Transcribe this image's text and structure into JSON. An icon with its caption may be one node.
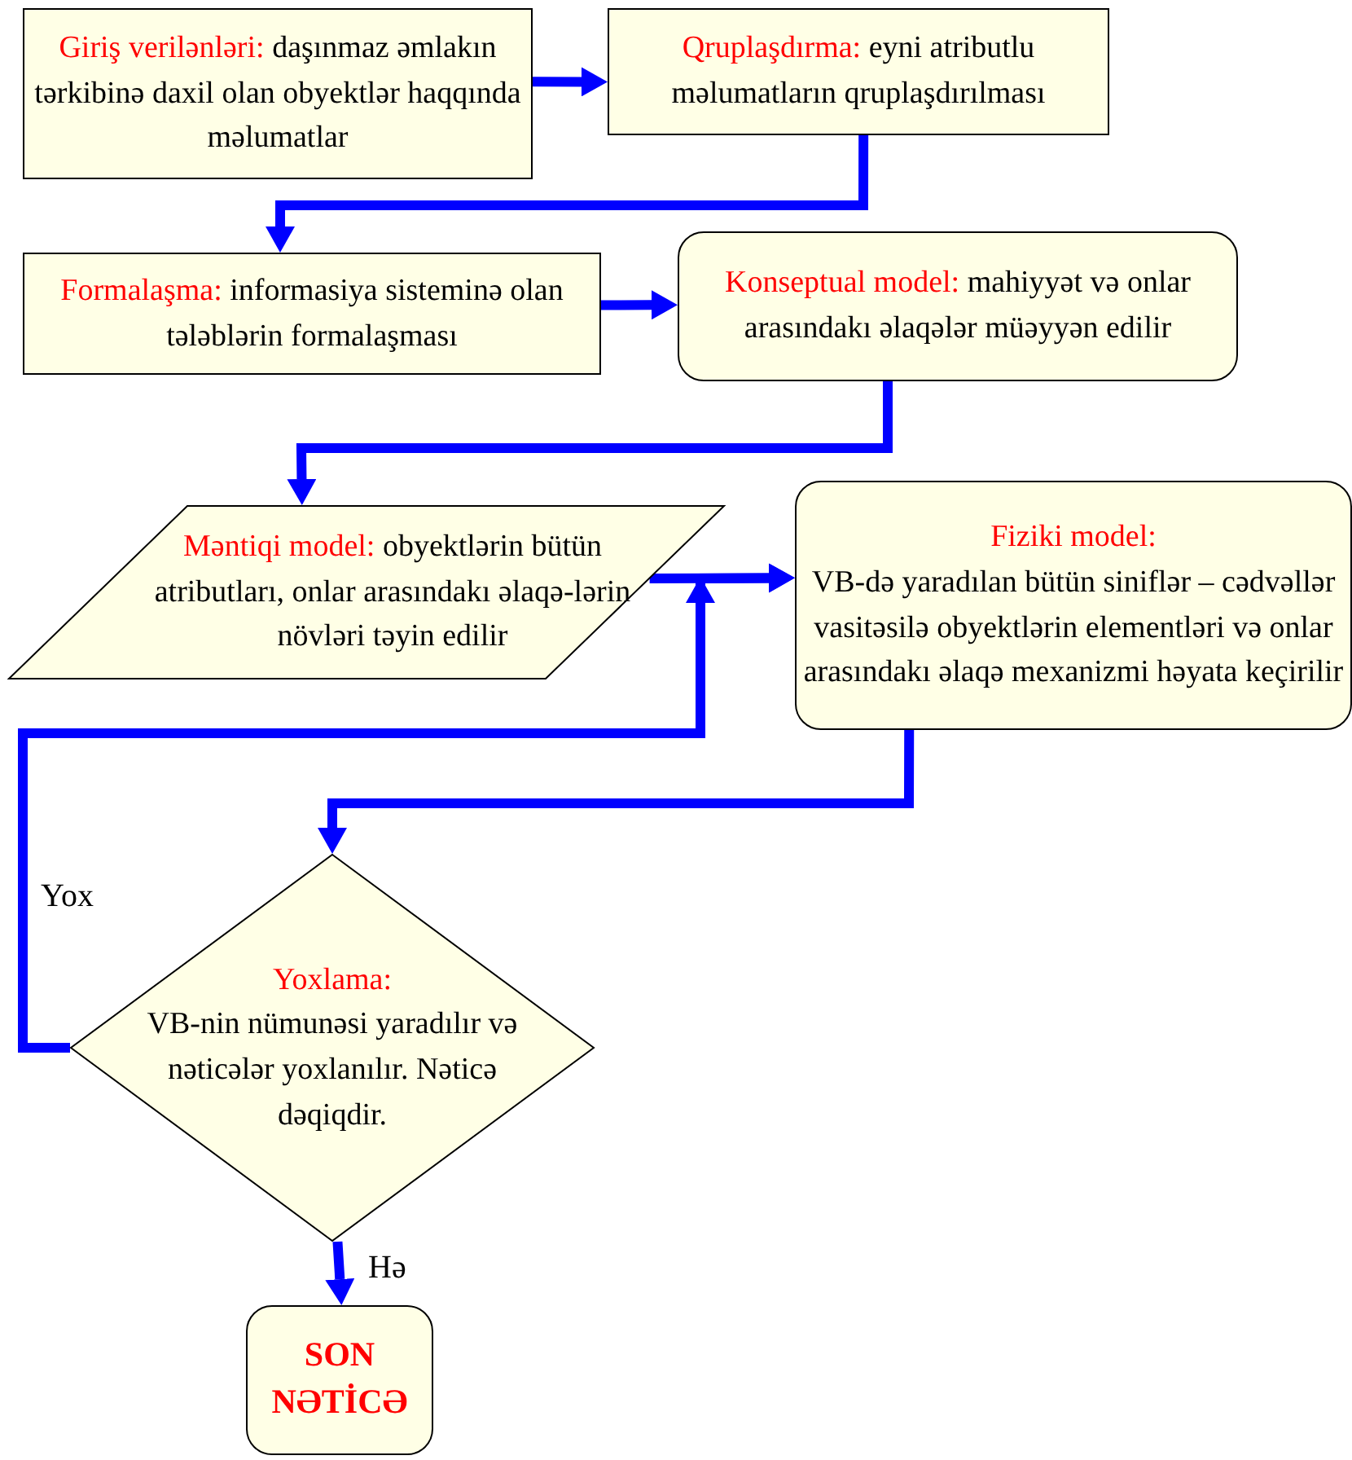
{
  "diagram": {
    "nodes": [
      {
        "text": [
          "Giriş verilənləri:",
          "daşınmaz əmlakın tərkibinə daxil olan obyektlər haqqında məlumatlar"
        ]
      },
      {
        "text": [
          "Qruplaşdırma:",
          "eyni atributlu məlumatların qruplaşdırılması"
        ]
      },
      {
        "text": [
          "Formalaşma:",
          "informasiya sisteminə olan tələblərin formalaşması"
        ]
      },
      {
        "text": [
          "Konseptual model:",
          "mahiyyət və onlar arasındakı əlaqələr müəyyən edilir"
        ]
      },
      {
        "text": [
          "Məntiqi model:",
          "obyektlərin bütün atributları, onlar arasındakı əlaqə-lərin növləri təyin edilir"
        ]
      },
      {
        "text": [
          "Fiziki model:",
          "VB-də yaradılan bütün siniflər – cədvəllər vasitəsilə obyektlərin elementləri və onlar arasındakı əlaqə mexanizmi həyata keçirilir"
        ]
      },
      {
        "text": [
          "Yoxlama:",
          "VB-nin nümunəsi yaradılır və nəticələr yoxlanılır. Nəticə dəqiqdir."
        ]
      },
      {
        "text": [
          "SON NƏTİCƏ"
        ]
      }
    ],
    "edges": [
      {
        "from": 0,
        "to": 1,
        "arrow": "to"
      },
      {
        "from": 1,
        "to": 2,
        "arrow": "to"
      },
      {
        "from": 2,
        "to": 3,
        "arrow": "to"
      },
      {
        "from": 3,
        "to": 4,
        "arrow": "to"
      },
      {
        "from": 4,
        "to": 5,
        "arrow": "to"
      },
      {
        "from": 5,
        "to": 6,
        "arrow": "to"
      },
      {
        "from": 6,
        "to": 5,
        "arrow": "to",
        "label": "Yox"
      },
      {
        "from": 6,
        "to": 7,
        "arrow": "to",
        "label": "Hə"
      }
    ]
  }
}
